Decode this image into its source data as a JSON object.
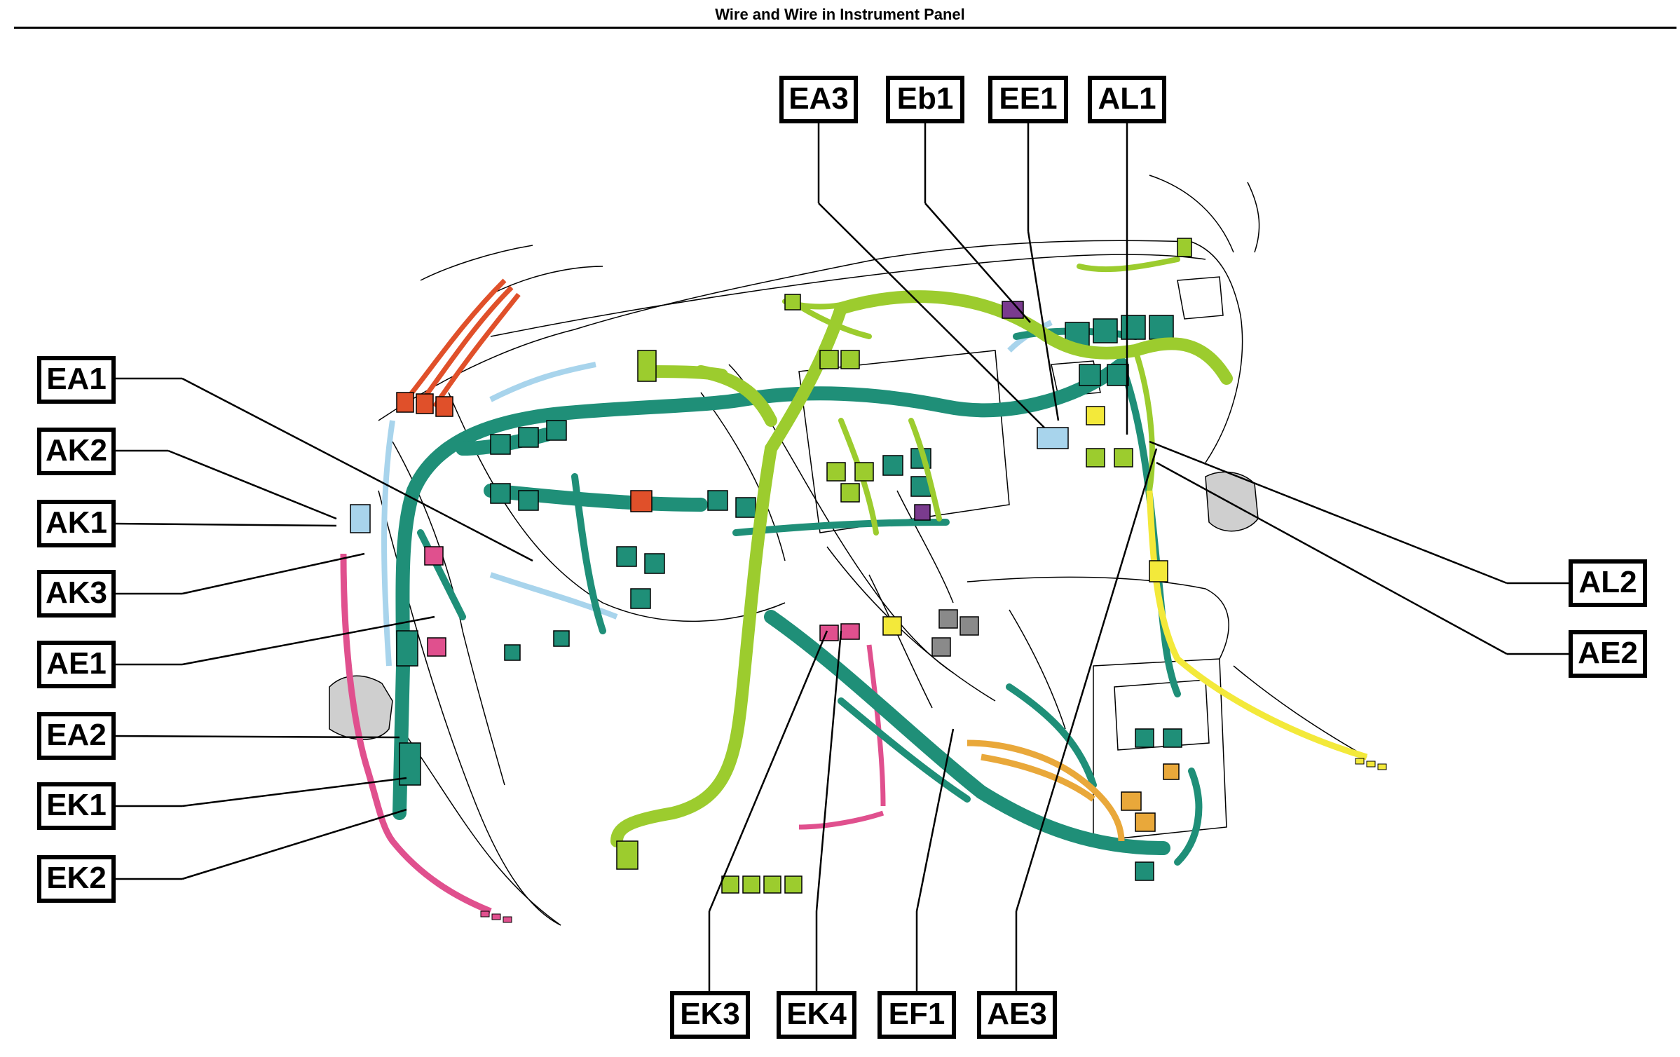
{
  "title": "Wire and Wire in Instrument Panel",
  "colors": {
    "harness_teal": "#1f8f78",
    "harness_green": "#9ccc2e",
    "wire_pink": "#e0508e",
    "wire_yellow": "#f3e93a",
    "wire_orange": "#e9a83a",
    "wire_red": "#e0502a",
    "wire_lightblue": "#a8d4ec",
    "connector_purple": "#7a3b8e",
    "connector_gray": "#8a8a8a",
    "leader_line": "#000000"
  },
  "labels": {
    "EA3": "EA3",
    "Eb1": "Eb1",
    "EE1": "EE1",
    "AL1": "AL1",
    "EA1": "EA1",
    "AK2": "AK2",
    "AK1": "AK1",
    "AK3": "AK3",
    "AE1": "AE1",
    "EA2": "EA2",
    "EK1": "EK1",
    "EK2": "EK2",
    "AL2": "AL2",
    "AE2": "AE2",
    "EK3": "EK3",
    "EK4": "EK4",
    "EF1": "EF1",
    "AE3": "AE3"
  }
}
